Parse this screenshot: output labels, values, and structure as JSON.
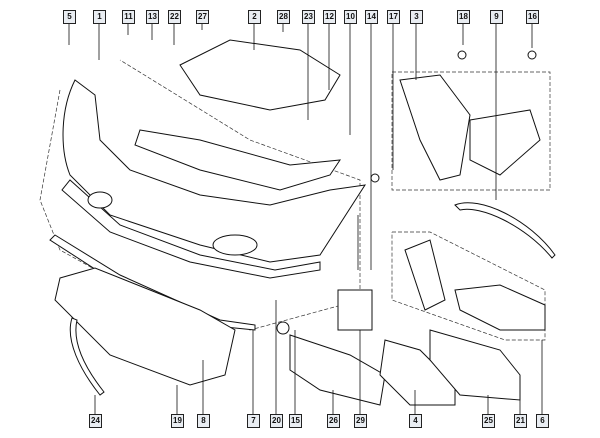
{
  "top_labels": [
    "5",
    "1",
    "11",
    "13",
    "22",
    "27",
    "2",
    "28",
    "23",
    "12",
    "10",
    "14",
    "17",
    "3",
    "18",
    "9",
    "16"
  ],
  "bottom_labels": [
    "24",
    "19",
    "8",
    "7",
    "20",
    "15",
    "26",
    "29",
    "4",
    "25",
    "21",
    "6"
  ]
}
